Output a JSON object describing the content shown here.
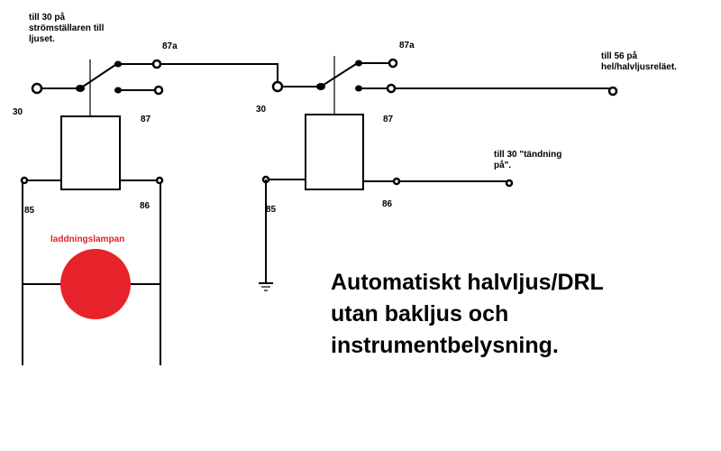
{
  "relay1": {
    "pin30": "30",
    "pin87a": "87a",
    "pin87": "87",
    "pin85": "85",
    "pin86": "86",
    "note_line1": "till 30 på",
    "note_line2": "strömställaren till",
    "note_line3": "ljuset."
  },
  "relay2": {
    "pin30": "30",
    "pin87a": "87a",
    "pin87": "87",
    "pin85": "85",
    "pin86": "86",
    "note87_line1": "till 56 på",
    "note87_line2": "hel/halvljusreläet.",
    "note86_line1": "till 30 \"tändning",
    "note86_line2": "på\"."
  },
  "lamp": {
    "label": "laddningslampan",
    "color": "#e8222a"
  },
  "title": {
    "line1": "Automatiskt halvljus/DRL",
    "line2": "utan bakljus och",
    "line3": "instrumentbelysning."
  },
  "icons": {
    "ground": "ground-icon"
  }
}
